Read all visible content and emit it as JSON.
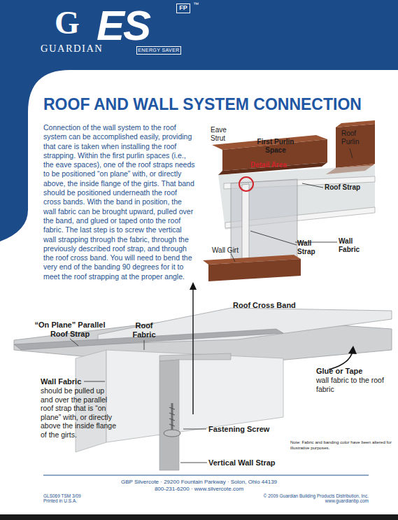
{
  "diagram": {
    "title": "ROOF AND WALL SYSTEM CONNECTION",
    "nodes": [
      {
        "text": [
          "G",
          "GUARDIAN",
          "ES",
          "™"
        ]
      },
      {
        "text": [
          "FP"
        ],
        "in": 0
      },
      {
        "text": [
          "ENERGY SAVER"
        ],
        "in": 0
      }
    ],
    "labels": [
      "Connection of the wall system to the roof system can be accomplished easily, providing that care is taken when installing the roof strapping. Within the first purlin spaces (i.e., the eave spaces), one of the roof straps needs to be positioned “on plane” with, or directly above, the inside flange of the girts. That band should be positioned underneath the roof cross bands. With the band in position, the wall fabric can be brought upward, pulled over the band, and glued or taped onto the roof fabric. The last step is to screw the vertical wall strapping through the fabric, through the previously described roof strap, and through the roof cross band. You will need to bend the very end of the banding 90 degrees for it to meet the roof strapping at the proper angle.",
      "Eave Strut",
      "First Purlin Space",
      "Roof Purlin",
      "Detail Area",
      "Roof Strap",
      "Wall Girt",
      "Wall Strap",
      "Wall Fabric",
      "“On Plane” Parallel Roof Strap",
      "Roof Fabric",
      "Roof Cross Band",
      "Wall Fabric",
      "should be pulled up and over the parallel roof strap that is “on plane” with, or directly above the inside flange of the girts.",
      "Glue or Tape",
      "wall fabric to the roof fabric",
      "Fastening Screw",
      "Note: Fabric and banding color have been altered for illustrative purposes.",
      "Vertical Wall Strap",
      "GBP Silvercote · 29200 Fountain Parkway · Solon, Ohio 44139",
      "800-231-6200 · www.silvercote.com",
      "GLS069 TSM 3/09",
      "Printed in U.S.A.",
      "© 2009 Guardian Building Products Distribution, Inc.",
      "www.guardianbp.com"
    ]
  }
}
